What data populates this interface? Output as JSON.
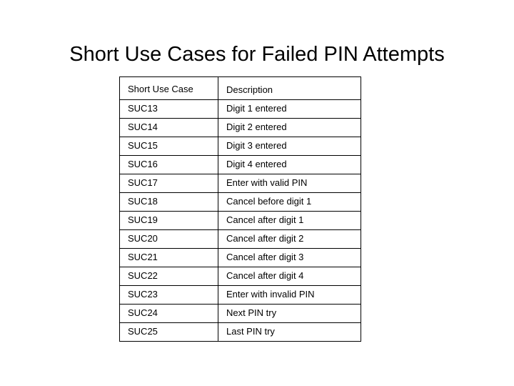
{
  "slide": {
    "title": "Short Use Cases for Failed PIN Attempts"
  },
  "table": {
    "headers": {
      "id": "Short Use Case",
      "description": "Description"
    },
    "rows": [
      {
        "id": "SUC13",
        "description": "Digit 1 entered"
      },
      {
        "id": "SUC14",
        "description": "Digit 2 entered"
      },
      {
        "id": "SUC15",
        "description": "Digit 3 entered"
      },
      {
        "id": "SUC16",
        "description": "Digit 4 entered"
      },
      {
        "id": "SUC17",
        "description": "Enter with valid PIN"
      },
      {
        "id": "SUC18",
        "description": "Cancel before digit 1"
      },
      {
        "id": "SUC19",
        "description": "Cancel after digit 1"
      },
      {
        "id": "SUC20",
        "description": "Cancel after digit 2"
      },
      {
        "id": "SUC21",
        "description": "Cancel after digit 3"
      },
      {
        "id": "SUC22",
        "description": "Cancel after digit 4"
      },
      {
        "id": "SUC23",
        "description": "Enter with invalid PIN"
      },
      {
        "id": "SUC24",
        "description": "Next PIN try"
      },
      {
        "id": "SUC25",
        "description": "Last PIN try"
      }
    ]
  },
  "colors": {
    "background": "#ffffff",
    "text": "#000000",
    "border": "#000000"
  }
}
